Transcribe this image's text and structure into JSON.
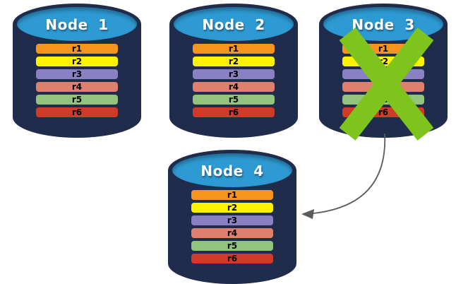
{
  "diagram": {
    "nodes": [
      {
        "label": "Node 1",
        "records": [
          "r1",
          "r2",
          "r3",
          "r4",
          "r5",
          "r6"
        ],
        "failed": false
      },
      {
        "label": "Node 2",
        "records": [
          "r1",
          "r2",
          "r3",
          "r4",
          "r5",
          "r6"
        ],
        "failed": false
      },
      {
        "label": "Node 3",
        "records": [
          "r1",
          "r2",
          "r3",
          "r4",
          "r5",
          "r6"
        ],
        "failed": true
      },
      {
        "label": "Node 4",
        "records": [
          "r1",
          "r2",
          "r3",
          "r4",
          "r5",
          "r6"
        ],
        "failed": false
      }
    ],
    "arrow": {
      "from": "Node 3",
      "to": "Node 4"
    },
    "record_colors": [
      "#F7941E",
      "#FFF200",
      "#8A80C4",
      "#DF7F6D",
      "#92C47D",
      "#CE3B28"
    ],
    "colors": {
      "cylinder_body": "#1F2C4C",
      "cylinder_face": "#2E9AD3",
      "failure_x": "#7EC41D",
      "arrow": "#5B5B5B",
      "title_text": "#FFFFFF",
      "record_text": "#000000",
      "background": "#FFFFFF"
    }
  }
}
